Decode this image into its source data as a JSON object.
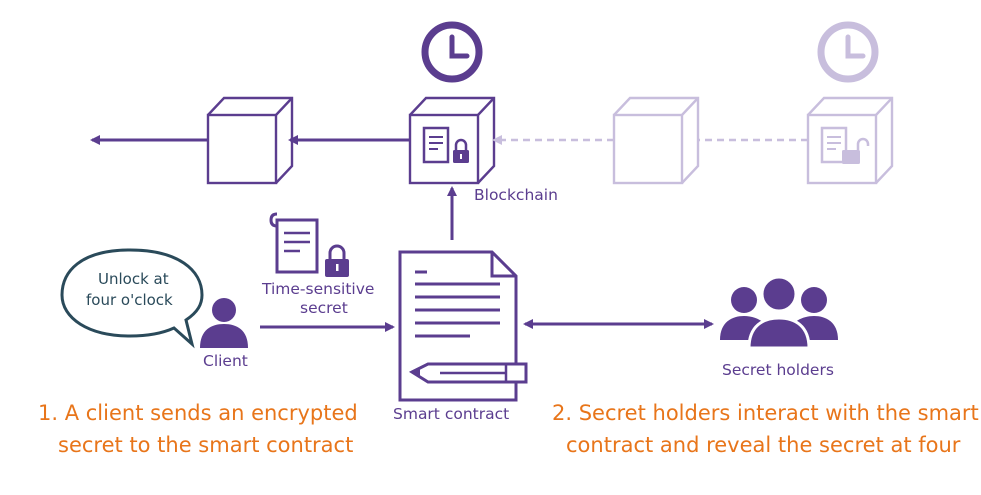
{
  "colors": {
    "purple": "#5b3d8f",
    "light_purple": "#c8bedd",
    "orange": "#e8751a",
    "bubble_outline": "#2a4a5a"
  },
  "labels": {
    "blockchain": "Blockchain",
    "bubble_line1": "Unlock at",
    "bubble_line2": "four o'clock",
    "time_sensitive_line1": "Time-sensitive",
    "time_sensitive_line2": "secret",
    "client": "Client",
    "smart_contract": "Smart contract",
    "secret_holders": "Secret holders"
  },
  "captions": {
    "step1_line1": "1. A client sends an encrypted",
    "step1_line2": "secret to the smart contract",
    "step2_line1": "2. Secret holders interact with the smart",
    "step2_line2": "contract and reveal the secret at four"
  },
  "icons": {
    "clock_active": "clock-icon",
    "clock_future": "clock-icon",
    "scroll_locked": "locked-scroll-icon",
    "scroll_unlocked": "unlocked-scroll-icon",
    "client": "person-icon",
    "smart_contract": "document-with-pen-icon",
    "secret_holders": "group-icon"
  }
}
